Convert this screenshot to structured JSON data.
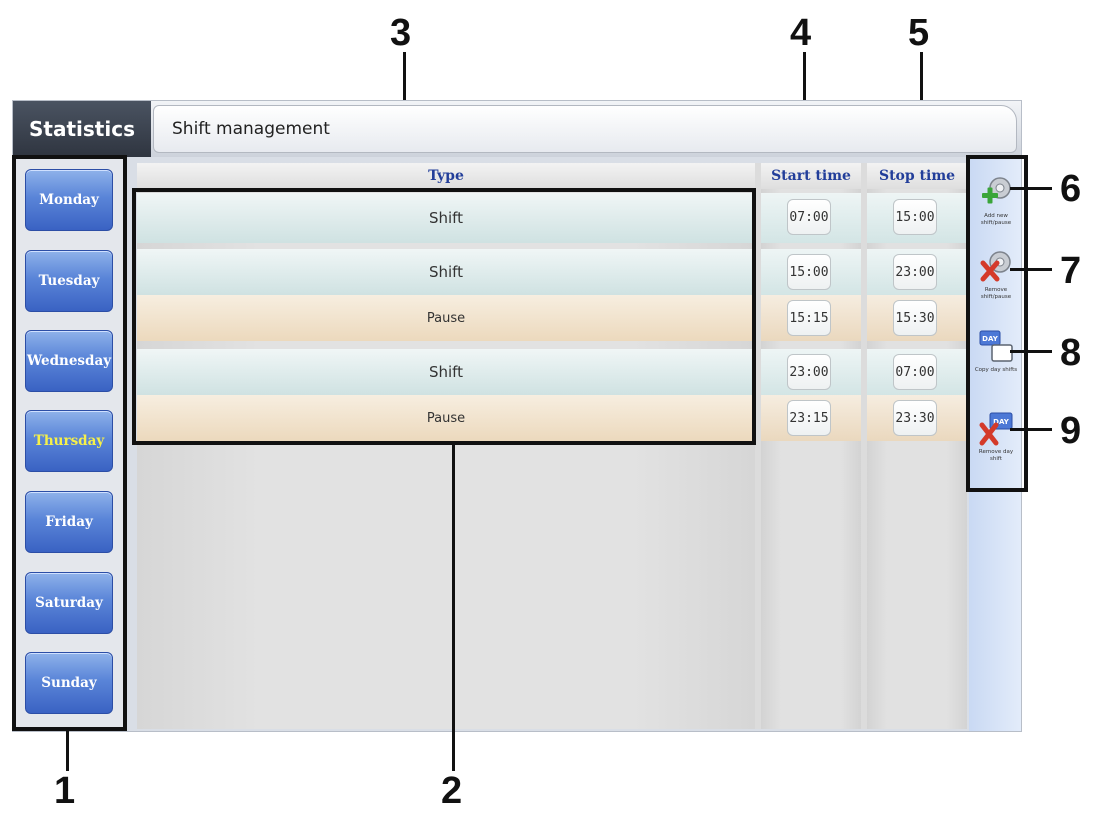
{
  "callouts": [
    "1",
    "2",
    "3",
    "4",
    "5",
    "6",
    "7",
    "8",
    "9"
  ],
  "app": {
    "tab_label": "Statistics",
    "title": "Shift management"
  },
  "days": [
    "Monday",
    "Tuesday",
    "Wednesday",
    "Thursday",
    "Friday",
    "Saturday",
    "Sunday"
  ],
  "active_day": "Thursday",
  "columns": {
    "type": "Type",
    "start": "Start time",
    "stop": "Stop time"
  },
  "rows": [
    {
      "type": "Shift",
      "start": "07:00",
      "stop": "15:00"
    },
    {
      "type": "Shift",
      "start": "15:00",
      "stop": "23:00"
    },
    {
      "type": "Pause",
      "start": "15:15",
      "stop": "15:30"
    },
    {
      "type": "Shift",
      "start": "23:00",
      "stop": "07:00"
    },
    {
      "type": "Pause",
      "start": "23:15",
      "stop": "23:30"
    }
  ],
  "sidebar_buttons": [
    {
      "label": "Add new shift/pause",
      "icon": "add-shift-icon"
    },
    {
      "label": "Remove shift/pause",
      "icon": "remove-shift-icon"
    },
    {
      "label": "Copy day shifts",
      "icon": "copy-day-icon",
      "badge": "DAY"
    },
    {
      "label": "Remove day shift",
      "icon": "remove-day-icon",
      "badge": "DAY"
    }
  ],
  "colors": {
    "day_button": "#4a74d0",
    "active_day_text": "#f6f04a",
    "header_text": "#223e9a",
    "shift_row": "#d7e8e8",
    "pause_row": "#efdfc6"
  }
}
